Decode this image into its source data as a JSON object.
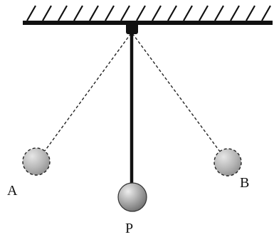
{
  "diagram": {
    "labels": {
      "left_position": "A",
      "right_position": "B",
      "mean_position": "P"
    }
  },
  "colors": {
    "ink": "#111111",
    "bob_fill": "#9a9a9a",
    "bob_highlight": "#e8e8e8",
    "ghost_bob_fill": "#b5b5b5"
  }
}
